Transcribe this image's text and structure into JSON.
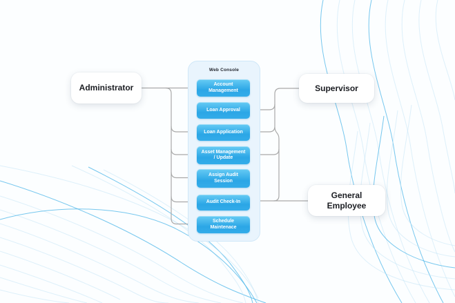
{
  "console": {
    "title": "Web Console",
    "buttons": [
      {
        "label": "Account\nManagement"
      },
      {
        "label": "Loan Approval"
      },
      {
        "label": "Loan Application"
      },
      {
        "label": "Asset Management\n/ Update"
      },
      {
        "label": "Assign Audit\nSession"
      },
      {
        "label": "Audit Check-In"
      },
      {
        "label": "Schedule\nMaintenace"
      }
    ]
  },
  "roles": [
    {
      "label": "Administrator"
    },
    {
      "label": "Supervisor"
    },
    {
      "label": "General\nEmployee"
    }
  ],
  "connections": [
    {
      "from": "Administrator",
      "targets": [
        "Account Management",
        "Loan Application",
        "Asset Management / Update",
        "Assign Audit Session",
        "Audit Check-In",
        "Schedule Maintenace"
      ]
    },
    {
      "from": "Supervisor",
      "targets": [
        "Loan Approval",
        "Loan Application",
        "Asset Management / Update"
      ]
    },
    {
      "from": "General Employee",
      "targets": [
        "Audit Check-In",
        "Loan Application",
        "Asset Management / Update"
      ]
    }
  ],
  "colors": {
    "button_blue_top": "#66cbf4",
    "button_blue_bottom": "#2ba6e6",
    "panel_fill": "#e9f4fd",
    "panel_border": "#cfe7f8",
    "connector_gray": "#a8a8a8",
    "wave_bright": "#54b9ea",
    "wave_faint": "#c3e4f6",
    "background": "#fcfeff"
  }
}
